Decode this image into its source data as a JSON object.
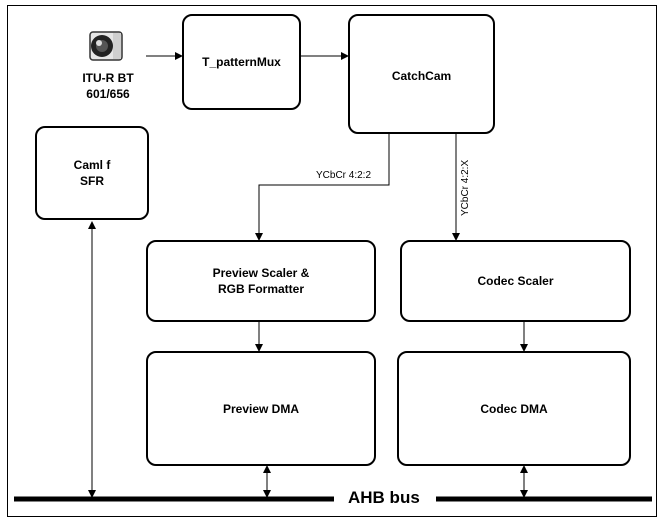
{
  "camera": {
    "label": "ITU-R BT\n601/656",
    "icon": "camera-icon"
  },
  "blocks": {
    "pattern_mux": "T_patternMux",
    "catch_cam": "CatchCam",
    "caml_sfr": "Caml f\nSFR",
    "preview_scaler": "Preview Scaler &\nRGB Formatter",
    "codec_scaler": "Codec Scaler",
    "preview_dma": "Preview DMA",
    "codec_dma": "Codec DMA"
  },
  "signals": {
    "preview_path": "YCbCr 4:2:2",
    "codec_path": "YCbCr 4:2:X"
  },
  "bus": {
    "label": "AHB bus"
  }
}
